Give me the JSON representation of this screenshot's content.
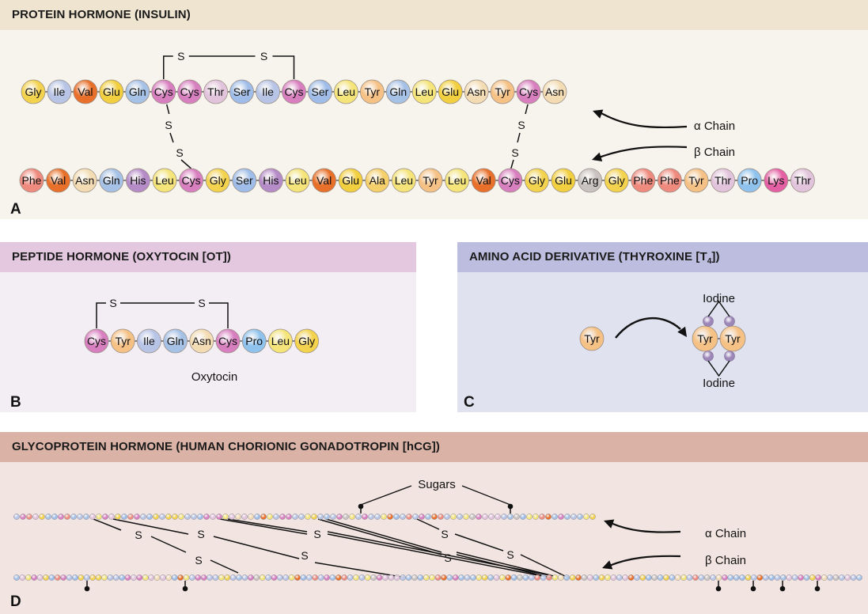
{
  "colors": {
    "panel_a_header": "#efe4cf",
    "panel_a_body": "#f7f4ed",
    "panel_b_header": "#e3c8df",
    "panel_b_body": "#f3eef3",
    "panel_c_header": "#bdbde0",
    "panel_c_body": "#e1e2f0",
    "panel_d_header": "#dbb3a6",
    "panel_d_body": "#f2e5e1",
    "residues": {
      "Gly": "#f3d24e",
      "Ile": "#b7c4e6",
      "Val": "#e8702a",
      "Glu": "#f2cf3e",
      "Gln": "#a6c1e6",
      "Cys": "#d87fc0",
      "Thr": "#e2c3dc",
      "Ser": "#9fbde8",
      "Leu": "#f4e47a",
      "Tyr": "#f5c185",
      "Asn": "#f3dcb3",
      "Phe": "#ef8a7e",
      "His": "#b58bc8",
      "Ala": "#f5cf6a",
      "Arg": "#c8c3c0",
      "Pro": "#8fc2ec",
      "Lys": "#e45fa4"
    },
    "iodine": "#9d86b8"
  },
  "panel_a": {
    "title": "PROTEIN HORMONE (INSULIN)",
    "letter": "A",
    "alpha_chain": [
      "Gly",
      "Ile",
      "Val",
      "Glu",
      "Gln",
      "Cys",
      "Cys",
      "Thr",
      "Ser",
      "Ile",
      "Cys",
      "Ser",
      "Leu",
      "Tyr",
      "Gln",
      "Leu",
      "Glu",
      "Asn",
      "Tyr",
      "Cys",
      "Asn"
    ],
    "beta_chain": [
      "Phe",
      "Val",
      "Asn",
      "Gln",
      "His",
      "Leu",
      "Cys",
      "Gly",
      "Ser",
      "His",
      "Leu",
      "Val",
      "Glu",
      "Ala",
      "Leu",
      "Tyr",
      "Leu",
      "Val",
      "Cys",
      "Gly",
      "Glu",
      "Arg",
      "Gly",
      "Phe",
      "Phe",
      "Tyr",
      "Thr",
      "Pro",
      "Lys",
      "Thr"
    ],
    "disulfide_label": "S",
    "alpha_label": "α Chain",
    "beta_label": "β Chain"
  },
  "panel_b": {
    "title": "PEPTIDE HORMONE (OXYTOCIN [OT])",
    "letter": "B",
    "chain": [
      "Cys",
      "Tyr",
      "Ile",
      "Gln",
      "Asn",
      "Cys",
      "Pro",
      "Leu",
      "Gly"
    ],
    "disulfide_label": "S",
    "caption": "Oxytocin"
  },
  "panel_c": {
    "title_main": "AMINO ACID DERIVATIVE (THYROXINE [T",
    "title_sub": "4",
    "title_end": "])",
    "letter": "C",
    "single_residue": "Tyr",
    "dimer": [
      "Tyr",
      "Tyr"
    ],
    "iodine_top": "Iodine",
    "iodine_bottom": "Iodine"
  },
  "panel_d": {
    "title": "GLYCOPROTEIN HORMONE (HUMAN CHORIONIC GONADOTROPIN [hCG])",
    "letter": "D",
    "sugars_label": "Sugars",
    "disulfide_label": "S",
    "alpha_label": "α Chain",
    "beta_label": "β Chain",
    "alpha_residue_count": 92,
    "beta_residue_count": 145,
    "alpha_sugar_sites": 2,
    "beta_sugar_sites": 6
  }
}
